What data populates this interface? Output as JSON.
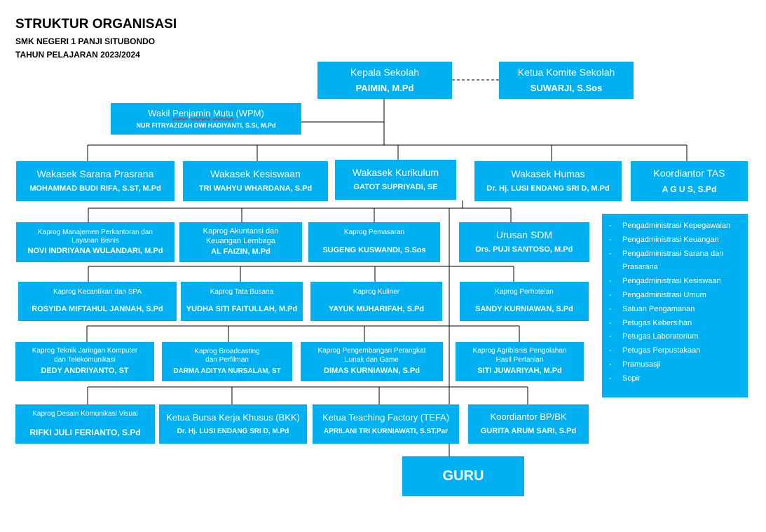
{
  "header": {
    "title": "STRUKTUR ORGANISASI",
    "school": "SMK NEGERI 1 PANJI SITUBONDO",
    "year": "TAHUN PELAJARAN 2023/2024"
  },
  "colors": {
    "box_fill": "#00b0f0",
    "box_text": "#ffffff",
    "line": "#000000"
  },
  "principal": {
    "role": "Kepala Sekolah",
    "name": "PAIMIN, M.Pd"
  },
  "committee": {
    "role": "Ketua Komite Sekolah",
    "name": "SUWARJI, S.Sos"
  },
  "wpm": {
    "role_a": "Wakil ",
    "role_b": "Penjamin",
    "role_c": " ",
    "role_d": "Mutu",
    "role_e": " (WPM)",
    "name": "NUR FITRYAZIZAH DWI HADIYANTI,  S.Si, M.Pd"
  },
  "vice": [
    {
      "role": "Wakasek Sarana Prasrana",
      "name": "MOHAMMAD  BUDI RIFA, S.ST, M.Pd"
    },
    {
      "role": "Wakasek Kesiswaan",
      "name": "TRI WAHYU  WHARDANA, S.Pd"
    },
    {
      "role": "Wakasek Kurikulum",
      "name": "GATOT  SUPRIYADI, SE"
    },
    {
      "role": "Wakasek Humas",
      "name": "Dr. Hj. LUSI ENDANG SRI D, M.Pd"
    },
    {
      "role": "Koordiantor TAS",
      "name": "A G U S, S.Pd"
    }
  ],
  "row1": [
    {
      "role_1": "Kaprog Manajemen Perkantoran dan",
      "role_2": "Layanan Bisnis",
      "name": "NOVI INDRIYANA  WULANDARI, M.Pd"
    },
    {
      "role_1": "Kaprog Akuntansi dan",
      "role_2": "Keuangan Lembaga",
      "name": "AL FAIZIN, M.Pd"
    },
    {
      "role_1": "Kaprog Pemasaran",
      "name": "SUGENG  KUSWANDI, S.Sos"
    },
    {
      "role": "Urusan SDM",
      "name": "Drs.  PUJI SANTOSO,  M.Pd"
    }
  ],
  "row2": [
    {
      "role": "Kaprog Kecantikan dan SPA",
      "name": "ROSYIDA  MIFTAHUL  JANNAH,  S.Pd"
    },
    {
      "role": "Kaprog Tata Busana",
      "name": "YUDHA SITI FAITULLAH,  M.Pd"
    },
    {
      "role": "Kaprog Kuliner",
      "name": "YAYUK  MUHARIFAH,  S.Pd"
    },
    {
      "role": "Kaprog Perhotelan",
      "name": "SANDY  KURNIAWAN,  S.Pd"
    }
  ],
  "row3": [
    {
      "role_1": "Kaprog Teknik Jaringan Komputer",
      "role_2": "dan Telekomunikasi",
      "name": "DEDY  ANDRIYANTO, ST"
    },
    {
      "role_1": "Kaprog Broadcasting",
      "role_2": "dan Perfilman",
      "name": "DARMA ADITYA  NURSALAM,  ST"
    },
    {
      "role_1": "Kaprog Pengembangan Perangkat",
      "role_2": "Lunak dan Game",
      "name": "DIMAS KURNIAWAN,  S.Pd"
    },
    {
      "role_1": "Kaprog Agribisnis Pengolahan",
      "role_2": "Hasil Pertanian",
      "name": "SITI  JUWARIYAH, M.Pd"
    }
  ],
  "row4": [
    {
      "role": "Kaprog Desain Komunikasi Visual",
      "name": "RIFKI JULI FERIANTO, S.Pd"
    },
    {
      "role": "Ketua Bursa Kerja Khusus (BKK)",
      "name": "Dr. Hj.  LUSI ENDANG  SRI  D,  M.Pd"
    },
    {
      "role": "Ketua Teaching Factory (TEFA)",
      "name": "APRILANI  TRI KURNIAWATI,  S.ST.Par"
    },
    {
      "role": "Koordiantor BP/BK",
      "name": "GURITA ARUM SARI,  S.Pd"
    }
  ],
  "guru": "GURU",
  "staff": [
    "Pengadministrasi Kepegawaian",
    "Pengadministrasi Keuangan",
    "Pengadministrasi Sarana dan Prasarana",
    "Pengadministrasi Kesiswaan",
    "Pengadministrasi Umum",
    "Satuan Pengamanan",
    "Petugas Kebersihan",
    "Petugas Laboratorium",
    "Petugas Perpustakaan",
    "Pramusasji",
    "Sopir"
  ]
}
